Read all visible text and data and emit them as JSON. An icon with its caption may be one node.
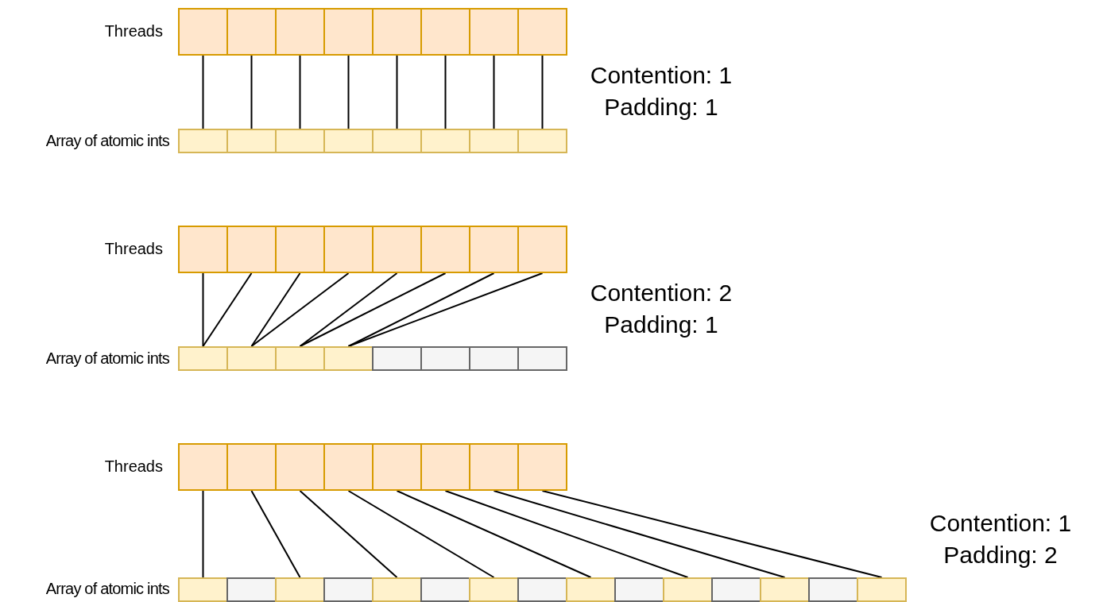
{
  "diagram": {
    "nodes": [
      {
        "text": [],
        "shape": "box"
      },
      {
        "text": [],
        "shape": "box"
      },
      {
        "text": [],
        "shape": "box"
      },
      {
        "text": [],
        "shape": "box"
      },
      {
        "text": [],
        "shape": "box"
      },
      {
        "text": [],
        "shape": "box"
      },
      {
        "text": [],
        "shape": "box"
      },
      {
        "text": [],
        "shape": "box"
      },
      {
        "text": [],
        "shape": "box"
      },
      {
        "text": [],
        "shape": "box"
      },
      {
        "text": [],
        "shape": "box"
      },
      {
        "text": [],
        "shape": "box"
      },
      {
        "text": [],
        "shape": "box"
      },
      {
        "text": [],
        "shape": "box"
      },
      {
        "text": [],
        "shape": "box"
      },
      {
        "text": [],
        "shape": "box"
      },
      {
        "text": [],
        "shape": "box"
      },
      {
        "text": [],
        "shape": "box"
      },
      {
        "text": [],
        "shape": "box"
      },
      {
        "text": [],
        "shape": "box"
      },
      {
        "text": [],
        "shape": "box"
      },
      {
        "text": [],
        "shape": "box"
      },
      {
        "text": [],
        "shape": "box"
      },
      {
        "text": [],
        "shape": "box"
      },
      {
        "text": [],
        "shape": "box"
      },
      {
        "text": [],
        "shape": "box"
      },
      {
        "text": [],
        "shape": "box"
      },
      {
        "text": [],
        "shape": "box"
      },
      {
        "text": [],
        "shape": "box"
      },
      {
        "text": [],
        "shape": "box"
      },
      {
        "text": [],
        "shape": "box"
      },
      {
        "text": [],
        "shape": "box"
      },
      {
        "text": [],
        "shape": "box"
      },
      {
        "text": [],
        "shape": "box"
      },
      {
        "text": [],
        "shape": "box"
      },
      {
        "text": [],
        "shape": "box"
      },
      {
        "text": [],
        "shape": "box"
      },
      {
        "text": [],
        "shape": "box"
      },
      {
        "text": [],
        "shape": "box"
      },
      {
        "text": [],
        "shape": "box"
      },
      {
        "text": [],
        "shape": "box"
      },
      {
        "text": [],
        "shape": "box"
      },
      {
        "text": [],
        "shape": "box"
      },
      {
        "text": [],
        "shape": "box"
      },
      {
        "text": [],
        "shape": "box"
      },
      {
        "text": [],
        "shape": "box"
      },
      {
        "text": [],
        "shape": "box"
      },
      {
        "text": [],
        "shape": "box"
      },
      {
        "text": [],
        "shape": "box"
      },
      {
        "text": [],
        "shape": "box"
      },
      {
        "text": [],
        "shape": "box"
      },
      {
        "text": [],
        "shape": "box"
      },
      {
        "text": [],
        "shape": "box"
      },
      {
        "text": [],
        "shape": "box"
      },
      {
        "text": [],
        "shape": "box"
      }
    ],
    "edges": [
      {
        "from": 0,
        "to": 8,
        "arrow": "none"
      },
      {
        "from": 1,
        "to": 9,
        "arrow": "none"
      },
      {
        "from": 2,
        "to": 10,
        "arrow": "none"
      },
      {
        "from": 3,
        "to": 11,
        "arrow": "none"
      },
      {
        "from": 4,
        "to": 12,
        "arrow": "none"
      },
      {
        "from": 5,
        "to": 13,
        "arrow": "none"
      },
      {
        "from": 6,
        "to": 14,
        "arrow": "none"
      },
      {
        "from": 7,
        "to": 15,
        "arrow": "none"
      },
      {
        "from": 16,
        "to": 24,
        "arrow": "none"
      },
      {
        "from": 17,
        "to": 24,
        "arrow": "none"
      },
      {
        "from": 18,
        "to": 25,
        "arrow": "none"
      },
      {
        "from": 19,
        "to": 25,
        "arrow": "none"
      },
      {
        "from": 20,
        "to": 26,
        "arrow": "none"
      },
      {
        "from": 21,
        "to": 26,
        "arrow": "none"
      },
      {
        "from": 22,
        "to": 27,
        "arrow": "none"
      },
      {
        "from": 23,
        "to": 27,
        "arrow": "none"
      },
      {
        "from": 32,
        "to": 40,
        "arrow": "none"
      },
      {
        "from": 33,
        "to": 42,
        "arrow": "none"
      },
      {
        "from": 34,
        "to": 44,
        "arrow": "none"
      },
      {
        "from": 35,
        "to": 46,
        "arrow": "none"
      },
      {
        "from": 36,
        "to": 48,
        "arrow": "none"
      },
      {
        "from": 37,
        "to": 50,
        "arrow": "none"
      },
      {
        "from": 38,
        "to": 52,
        "arrow": "none"
      },
      {
        "from": 39,
        "to": 54,
        "arrow": "none"
      }
    ],
    "labels": [
      "Threads",
      "Contention: 1",
      "Padding: 1",
      "Array of atomic ints",
      "Threads",
      "Contention: 2",
      "Padding: 1",
      "Array of atomic ints",
      "Threads",
      "Contention: 1",
      "Padding: 2",
      "Array of atomic ints"
    ]
  }
}
